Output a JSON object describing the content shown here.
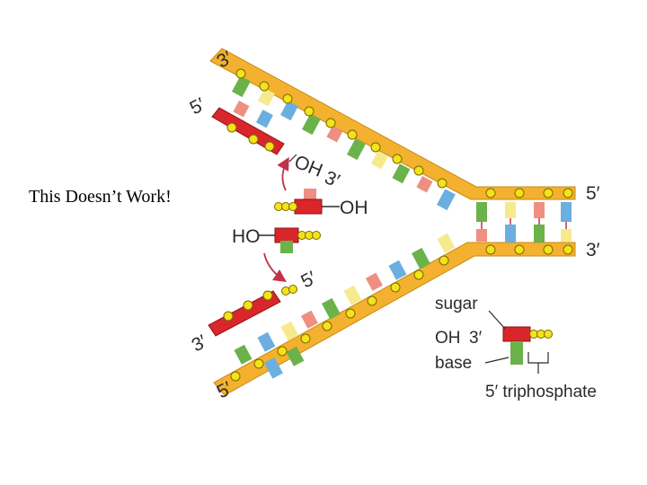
{
  "caption": "This Doesn’t Work!",
  "labels": {
    "top_strand_3": "3′",
    "top_strand_5": "5′",
    "oh_3_main": "OH",
    "oh_3_prime": "3′",
    "free_oh": "OH",
    "free_ho": "HO",
    "lower_5_prime": "5′",
    "right_5_prime": "5′",
    "right_3_prime": "3′",
    "bottom_strand_3": "3′",
    "bottom_strand_5": "5′"
  },
  "legend": {
    "sugar": "sugar",
    "oh": "OH",
    "three_prime": "3′",
    "base": "base",
    "triphosphate": "5′ triphosphate"
  },
  "colors": {
    "backbone": "#f3b12f",
    "backbone_edge": "#c98a12",
    "new_strand": "#d9262b",
    "phosphate": "#f4e21a",
    "arrow": "#c4314b",
    "base_green": "#6cb24a",
    "base_blue": "#6aafe0",
    "base_pink": "#ef8f82",
    "base_yellow": "#f7ea8e"
  }
}
